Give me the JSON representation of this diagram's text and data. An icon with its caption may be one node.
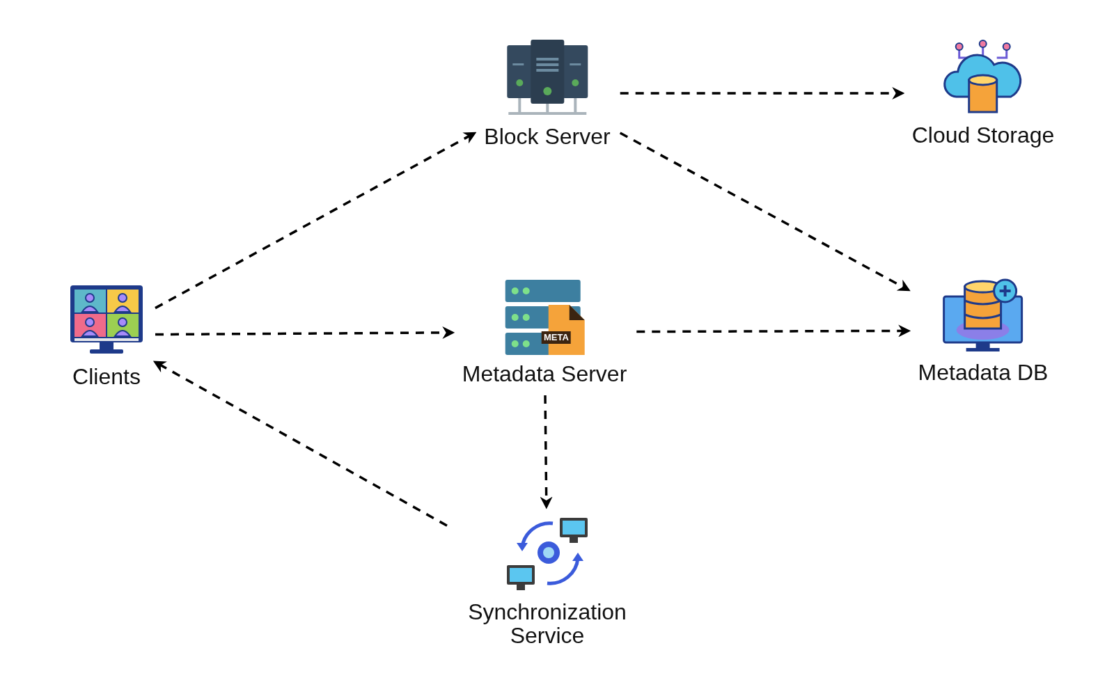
{
  "diagram": {
    "nodes": [
      {
        "text": [
          "Clients"
        ]
      },
      {
        "text": [
          "Block Server"
        ]
      },
      {
        "text": [
          "Metadata Server"
        ]
      },
      {
        "text": [
          "Synchronization Service"
        ]
      },
      {
        "text": [
          "Cloud Storage"
        ]
      },
      {
        "text": [
          "Metadata DB"
        ]
      }
    ],
    "edges": [
      {
        "from": 0,
        "to": 1,
        "arrow": "to",
        "style": "dashed"
      },
      {
        "from": 0,
        "to": 2,
        "arrow": "to",
        "style": "dashed"
      },
      {
        "from": 1,
        "to": 4,
        "arrow": "to",
        "style": "dashed"
      },
      {
        "from": 1,
        "to": 5,
        "arrow": "to",
        "style": "dashed"
      },
      {
        "from": 2,
        "to": 5,
        "arrow": "to",
        "style": "dashed"
      },
      {
        "from": 2,
        "to": 3,
        "arrow": "to",
        "style": "dashed"
      },
      {
        "from": 3,
        "to": 0,
        "arrow": "to",
        "style": "dashed"
      }
    ],
    "labels": [
      "META"
    ]
  }
}
